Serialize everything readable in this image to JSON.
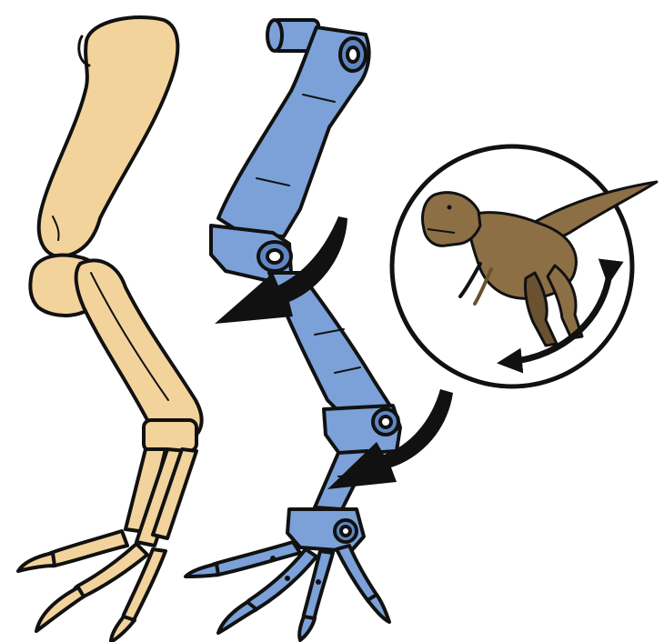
{
  "colors": {
    "bone": "#F3D39C",
    "bone_shade": "#E4BE7E",
    "robot": "#7BA1D8",
    "robot_shade": "#5E86C2",
    "dino": "#8C6F45",
    "dino_shade": "#6A5230",
    "outline": "#111111",
    "arrow": "#111111",
    "background": "#FFFFFF"
  },
  "panels": [
    {
      "id": "fossil-leg",
      "icon": "bone-leg-icon"
    },
    {
      "id": "mechanical-leg",
      "icon": "robot-leg-icon"
    },
    {
      "id": "dinosaur-medallion",
      "icon": "tyrannosaurus-icon"
    }
  ],
  "arrows": [
    {
      "id": "knee-rotation-arrow",
      "icon": "curved-arrow-icon"
    },
    {
      "id": "ankle-rotation-arrow",
      "icon": "curved-arrow-icon"
    },
    {
      "id": "body-rotation-arrow",
      "icon": "double-curved-arrow-icon"
    }
  ]
}
